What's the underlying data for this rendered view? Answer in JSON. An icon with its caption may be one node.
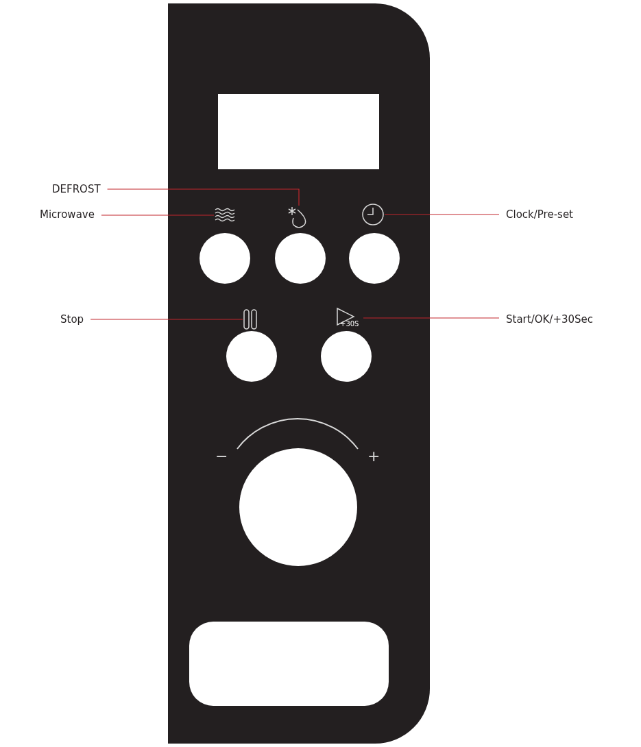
{
  "diagram": {
    "nodes": [
      {
        "text": [
          "DEFROST"
        ]
      },
      {
        "text": [
          "Microwave"
        ]
      },
      {
        "text": [
          "Clock/Pre-set"
        ]
      },
      {
        "text": [
          "Stop"
        ]
      },
      {
        "text": [
          "Start/OK/+30Sec"
        ]
      },
      {
        "text": [],
        "shape": "picture"
      },
      {
        "text": [],
        "shape": "picture"
      },
      {
        "text": [],
        "shape": "picture"
      },
      {
        "text": [],
        "shape": "picture"
      },
      {
        "text": [
          "+30S"
        ]
      }
    ],
    "edges": [
      {
        "from": 0,
        "to": 6,
        "arrow": "none"
      },
      {
        "from": 1,
        "to": 5,
        "arrow": "none"
      },
      {
        "from": 2,
        "to": 7,
        "arrow": "none"
      },
      {
        "from": 3,
        "to": 8,
        "arrow": "none"
      },
      {
        "from": 4,
        "to": 9,
        "arrow": "none"
      }
    ],
    "labels": [
      "−",
      "+"
    ]
  }
}
